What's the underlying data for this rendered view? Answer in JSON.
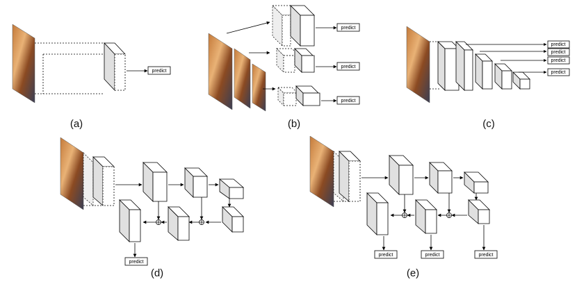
{
  "panels": [
    {
      "caption": "(a)",
      "predict_labels": [
        "predict"
      ]
    },
    {
      "caption": "(b)",
      "predict_labels": [
        "predict",
        "predict",
        "predict"
      ]
    },
    {
      "caption": "(c)",
      "predict_labels": [
        "predict",
        "predict",
        "predict",
        "predict"
      ]
    },
    {
      "caption": "(d)",
      "predict_labels": [
        "predict"
      ]
    },
    {
      "caption": "(e)",
      "predict_labels": [
        "predict",
        "predict",
        "predict"
      ]
    }
  ],
  "colors": {
    "box_fill": "#e8e8e8",
    "box_side": "#ffffff",
    "stroke": "#000000"
  },
  "icons": {
    "input_image": "dog-photo-image",
    "plus_node": "circle-plus-icon"
  }
}
